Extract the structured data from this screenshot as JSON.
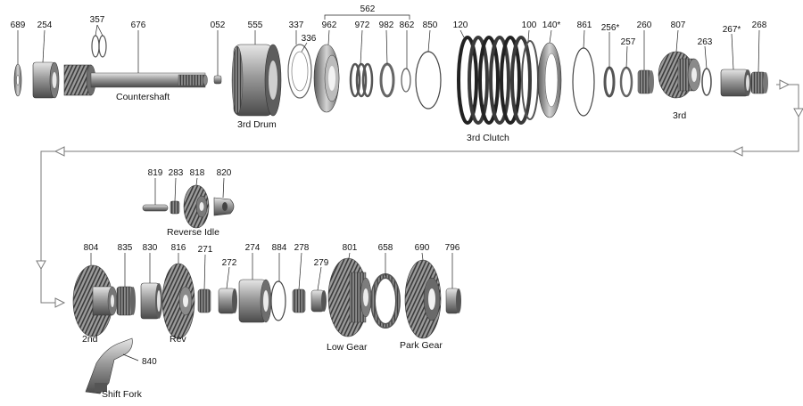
{
  "callouts": {
    "c689": "689",
    "c254": "254",
    "c357": "357",
    "c676": "676",
    "c052": "052",
    "c555": "555",
    "c337": "337",
    "c336": "336",
    "c562": "562",
    "c962": "962",
    "c972": "972",
    "c982": "982",
    "c862": "862",
    "c850": "850",
    "c120": "120",
    "c100": "100",
    "c140": "140*",
    "c861": "861",
    "c256": "256*",
    "c257": "257",
    "c260": "260",
    "c807": "807",
    "c263": "263",
    "c267": "267*",
    "c268": "268",
    "c819": "819",
    "c283": "283",
    "c818": "818",
    "c820": "820",
    "c804": "804",
    "c835": "835",
    "c830": "830",
    "c816": "816",
    "c271": "271",
    "c272": "272",
    "c274": "274",
    "c884": "884",
    "c278": "278",
    "c279": "279",
    "c801": "801",
    "c658": "658",
    "c690": "690",
    "c796": "796",
    "c840": "840"
  },
  "captions": {
    "countershaft": "Countershaft",
    "third_drum": "3rd Drum",
    "third_clutch": "3rd Clutch",
    "third": "3rd",
    "reverse_idle": "Reverse Idle",
    "second": "2nd",
    "rev": "Rev",
    "low_gear": "Low Gear",
    "park_gear": "Park Gear",
    "shift_fork": "Shift Fork"
  }
}
